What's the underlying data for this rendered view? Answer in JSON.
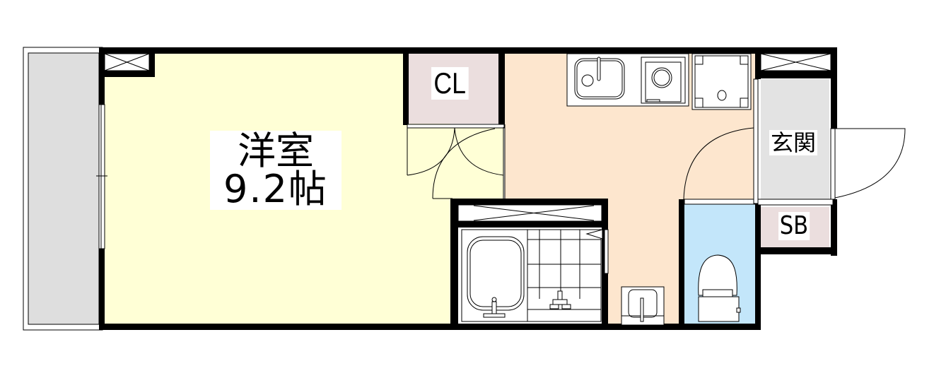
{
  "floorplan": {
    "rooms": {
      "western_room": {
        "name": "洋室",
        "size": "9.2帖"
      },
      "closet": {
        "name": "CL"
      },
      "entrance": {
        "name": "玄関"
      },
      "shoe_box": {
        "name": "SB"
      }
    },
    "unlabeled_areas": [
      "balcony",
      "kitchen",
      "unit-bath",
      "washroom-sink",
      "toilet"
    ],
    "colors": {
      "western_room": "#FFFFD6",
      "closet": "#EBDEDE",
      "kitchen": "#FDE6CE",
      "balcony": "#DEDEDE",
      "entrance": "#E3E3E3",
      "toilet": "#C3E6FA",
      "shoe_box": "#EBDEDE",
      "wall": "#000000"
    }
  }
}
